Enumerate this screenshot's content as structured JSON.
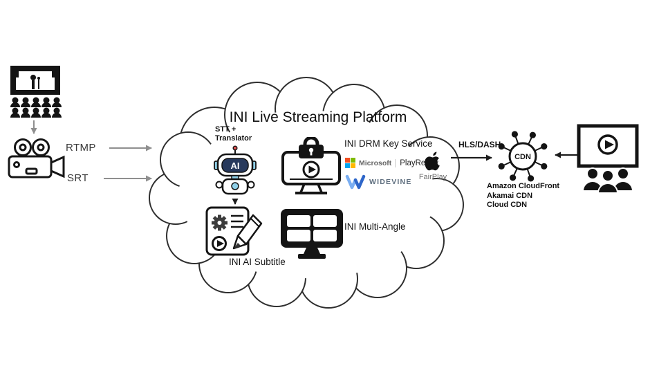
{
  "diagram": {
    "title": "INI Live Streaming Platform",
    "inputs": {
      "rtmp_label": "RTMP",
      "srt_label": "SRT"
    },
    "stt": {
      "line1": "STT +",
      "line2": "Translator",
      "robot_text": "AI"
    },
    "subtitle": {
      "label": "INI AI Subtitle"
    },
    "drm": {
      "label": "INI DRM Key Service",
      "vendors": {
        "microsoft": "Microsoft",
        "playready": "PlayReady",
        "widevine": "WIDEVINE",
        "fairplay": "FairPlay"
      }
    },
    "multi_angle": {
      "label": "INI Multi-Angle"
    },
    "delivery": {
      "protocol_label": "HLS/DASH",
      "cdn_text": "CDN",
      "cdn_providers": [
        "Amazon CloudFront",
        "Akamai CDN",
        "Cloud CDN"
      ]
    },
    "colors": {
      "line": "#141414",
      "gray_arrow": "#8f8f8f",
      "robot_blue": "#8fd0e8",
      "robot_navy": "#27395c",
      "ms_red": "#f25022",
      "ms_green": "#7fba00",
      "ms_blue": "#00a4ef",
      "ms_yellow": "#ffb900",
      "widevine_blue": "#3e7de0"
    }
  }
}
